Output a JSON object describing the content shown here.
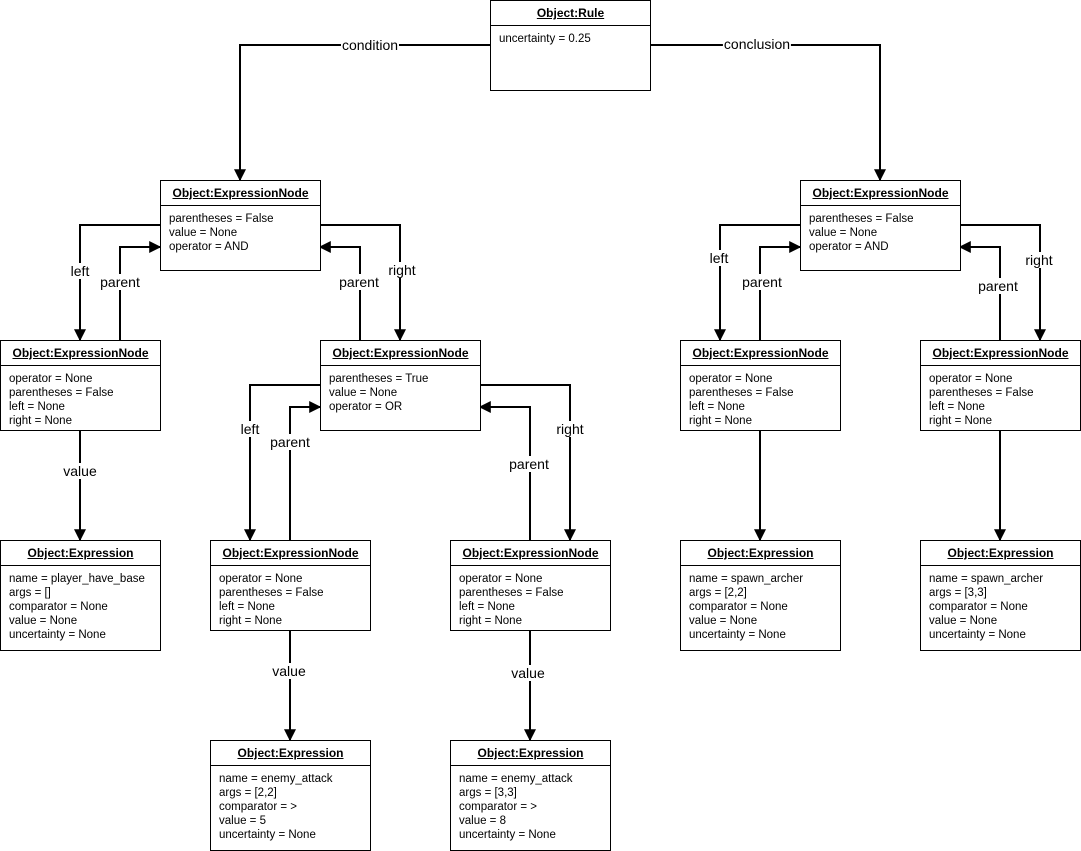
{
  "nodes": {
    "rule": {
      "title": "Object:Rule",
      "attrs": [
        "uncertainty = 0.25"
      ]
    },
    "exprnode_left": {
      "title": "Object:ExpressionNode",
      "attrs": [
        "parentheses = False",
        "value = None",
        "operator = AND"
      ]
    },
    "exprnode_right": {
      "title": "Object:ExpressionNode",
      "attrs": [
        "parentheses = False",
        "value = None",
        "operator = AND"
      ]
    },
    "leaf_player": {
      "title": "Object:ExpressionNode",
      "attrs": [
        "operator = None",
        "parentheses = False",
        "left = None",
        "right = None"
      ]
    },
    "or_node": {
      "title": "Object:ExpressionNode",
      "attrs": [
        "parentheses = True",
        "value = None",
        "operator = OR"
      ]
    },
    "leaf_c_left": {
      "title": "Object:ExpressionNode",
      "attrs": [
        "operator = None",
        "parentheses = False",
        "left = None",
        "right = None"
      ]
    },
    "leaf_c_right": {
      "title": "Object:ExpressionNode",
      "attrs": [
        "operator = None",
        "parentheses = False",
        "left = None",
        "right = None"
      ]
    },
    "leaf_enemy_1": {
      "title": "Object:ExpressionNode",
      "attrs": [
        "operator = None",
        "parentheses = False",
        "left = None",
        "right = None"
      ]
    },
    "leaf_enemy_2": {
      "title": "Object:ExpressionNode",
      "attrs": [
        "operator = None",
        "parentheses = False",
        "left = None",
        "right = None"
      ]
    },
    "expr_player": {
      "title": "Object:Expression",
      "attrs": [
        "name = player_have_base",
        "args = []",
        "comparator = None",
        "value = None",
        "uncertainty = None"
      ]
    },
    "expr_spawn_1": {
      "title": "Object:Expression",
      "attrs": [
        "name = spawn_archer",
        "args = [2,2]",
        "comparator = None",
        "value = None",
        "uncertainty = None"
      ]
    },
    "expr_spawn_2": {
      "title": "Object:Expression",
      "attrs": [
        "name = spawn_archer",
        "args = [3,3]",
        "comparator = None",
        "value = None",
        "uncertainty = None"
      ]
    },
    "expr_enemy_1": {
      "title": "Object:Expression",
      "attrs": [
        "name = enemy_attack",
        "args = [2,2]",
        "comparator = >",
        "value = 5",
        "uncertainty = None"
      ]
    },
    "expr_enemy_2": {
      "title": "Object:Expression",
      "attrs": [
        "name = enemy_attack",
        "args = [3,3]",
        "comparator = >",
        "value = 8",
        "uncertainty = None"
      ]
    }
  },
  "edge_labels": {
    "condition": "condition",
    "conclusion": "conclusion",
    "left_and_left": "left",
    "left_and_parent_1": "parent",
    "left_and_right": "right",
    "left_and_parent_2": "parent",
    "player_value": "value",
    "or_left": "left",
    "or_parent_1": "parent",
    "or_right": "right",
    "or_parent_2": "parent",
    "enemy1_value": "value",
    "enemy2_value": "value",
    "right_and_left": "left",
    "right_and_parent_1": "parent",
    "right_and_right": "right",
    "right_and_parent_2": "parent"
  }
}
